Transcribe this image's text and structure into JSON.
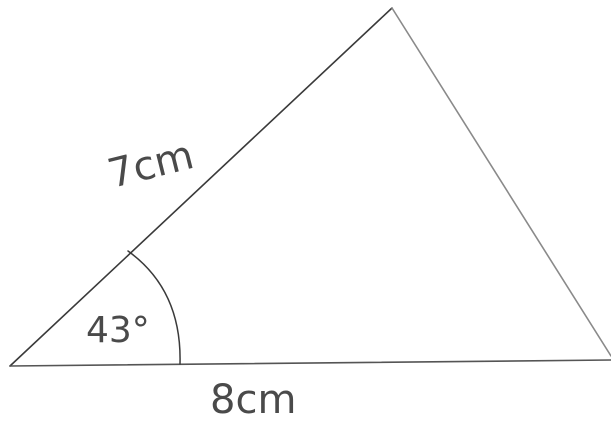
{
  "diagram": {
    "side_left_label": "7cm",
    "side_bottom_label": "8cm",
    "angle_label": "43°",
    "ink_color": "#3a3a3a",
    "pencil_color": "#8a8a8a"
  }
}
